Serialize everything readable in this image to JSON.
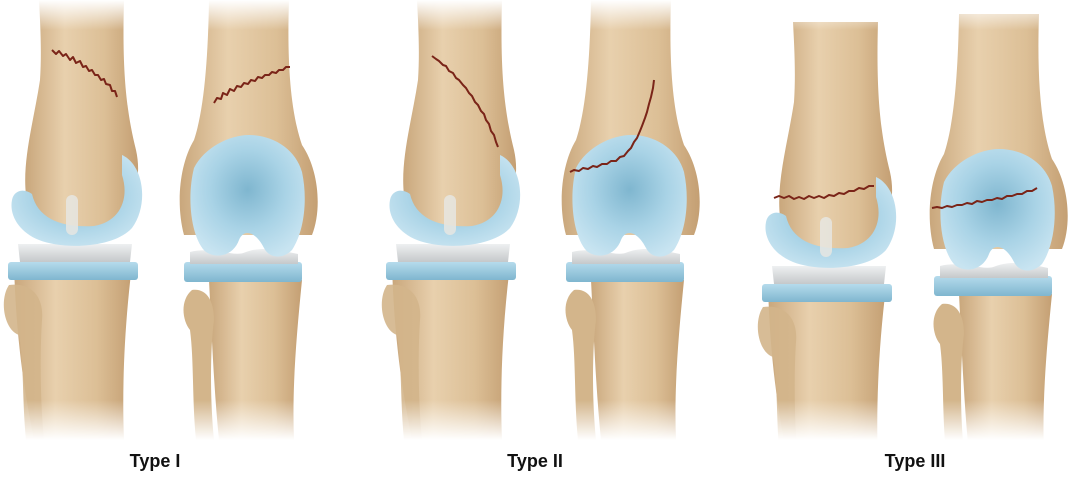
{
  "panels": [
    {
      "label": "Type I"
    },
    {
      "label": "Type II"
    },
    {
      "label": "Type III"
    }
  ],
  "colors": {
    "bone": "#dcbf96",
    "bone_shadow": "#c9a77c",
    "bone_light": "#ecd7b8",
    "femoral_component": "#a9d3e6",
    "femoral_component_dark": "#7fb6cf",
    "tibial_insert": "#d8dadb",
    "tibial_tray": "#8fc3dc",
    "fracture_line": "#7a2418",
    "caption_text": "#111111"
  }
}
